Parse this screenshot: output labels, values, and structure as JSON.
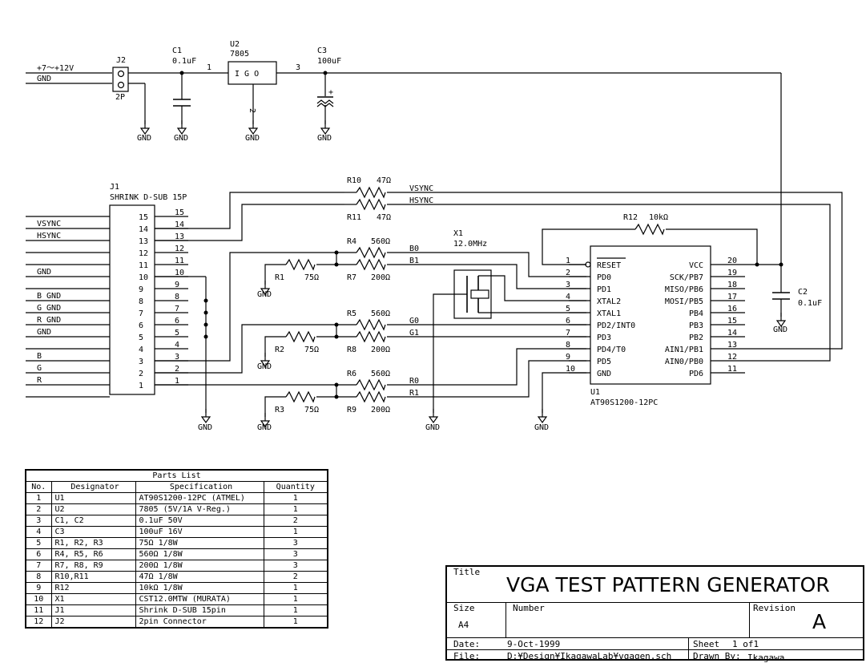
{
  "power": {
    "input_label": "+7～+12V",
    "gnd_label": "GND",
    "j2": {
      "ref": "J2",
      "value": "2P"
    },
    "c1": {
      "ref": "C1",
      "value": "0.1uF"
    },
    "u2": {
      "ref": "U2",
      "value": "7805",
      "pin_in": "1",
      "pin_gnd": "2",
      "pin_out": "3",
      "body": "I G O"
    },
    "c3": {
      "ref": "C3",
      "value": "100uF",
      "polarity": "+"
    }
  },
  "gnd": "GND",
  "j1": {
    "ref": "J1",
    "value": "SHRINK D-SUB 15P",
    "pins_inside": [
      "15",
      "14",
      "13",
      "12",
      "11",
      "10",
      "9",
      "8",
      "7",
      "6",
      "5",
      "4",
      "3",
      "2",
      "1"
    ],
    "pins_outside": [
      "15",
      "14",
      "13",
      "12",
      "11",
      "10",
      "9",
      "8",
      "7",
      "6",
      "5",
      "4",
      "3",
      "2",
      "1"
    ],
    "signals": [
      "VSYNC",
      "HSYNC",
      "",
      "",
      "GND",
      "",
      "B GND",
      "G GND",
      "R GND",
      "GND",
      "",
      "B",
      "G",
      "R"
    ]
  },
  "resistors": {
    "r10": {
      "ref": "R10",
      "value": "47Ω"
    },
    "r11": {
      "ref": "R11",
      "value": "47Ω"
    },
    "r12": {
      "ref": "R12",
      "value": "10kΩ"
    },
    "r4": {
      "ref": "R4",
      "value": "560Ω"
    },
    "r7": {
      "ref": "R7",
      "value": "200Ω"
    },
    "r1": {
      "ref": "R1",
      "value": "75Ω"
    },
    "r5": {
      "ref": "R5",
      "value": "560Ω"
    },
    "r8": {
      "ref": "R8",
      "value": "200Ω"
    },
    "r2": {
      "ref": "R2",
      "value": "75Ω"
    },
    "r6": {
      "ref": "R6",
      "value": "560Ω"
    },
    "r9": {
      "ref": "R9",
      "value": "200Ω"
    },
    "r3": {
      "ref": "R3",
      "value": "75Ω"
    }
  },
  "nets": {
    "vsync": "VSYNC",
    "hsync": "HSYNC",
    "b0": "B0",
    "b1": "B1",
    "g0": "G0",
    "g1": "G1",
    "r0": "R0",
    "r1": "R1"
  },
  "x1": {
    "ref": "X1",
    "value": "12.0MHz"
  },
  "c2": {
    "ref": "C2",
    "value": "0.1uF"
  },
  "u1": {
    "ref": "U1",
    "value": "AT90S1200-12PC",
    "left_pins": [
      {
        "num": "1",
        "name": "RESET"
      },
      {
        "num": "2",
        "name": "PD0"
      },
      {
        "num": "3",
        "name": "PD1"
      },
      {
        "num": "4",
        "name": "XTAL2"
      },
      {
        "num": "5",
        "name": "XTAL1"
      },
      {
        "num": "6",
        "name": "PD2/INT0"
      },
      {
        "num": "7",
        "name": "PD3"
      },
      {
        "num": "8",
        "name": "PD4/T0"
      },
      {
        "num": "9",
        "name": "PD5"
      },
      {
        "num": "10",
        "name": "GND"
      }
    ],
    "right_pins": [
      {
        "num": "20",
        "name": "VCC"
      },
      {
        "num": "19",
        "name": "SCK/PB7"
      },
      {
        "num": "18",
        "name": "MISO/PB6"
      },
      {
        "num": "17",
        "name": "MOSI/PB5"
      },
      {
        "num": "16",
        "name": "PB4"
      },
      {
        "num": "15",
        "name": "PB3"
      },
      {
        "num": "14",
        "name": "PB2"
      },
      {
        "num": "13",
        "name": "AIN1/PB1"
      },
      {
        "num": "12",
        "name": "AIN0/PB0"
      },
      {
        "num": "11",
        "name": "PD6"
      }
    ]
  },
  "parts_list": {
    "title": "Parts List",
    "headers": [
      "No.",
      "Designator",
      "Specification",
      "Quantity"
    ],
    "rows": [
      [
        "1",
        "U1",
        "AT90S1200-12PC (ATMEL)",
        "1"
      ],
      [
        "2",
        "U2",
        "7805 (5V/1A V-Reg.)",
        "1"
      ],
      [
        "3",
        "C1, C2",
        "0.1uF 50V",
        "2"
      ],
      [
        "4",
        "C3",
        "100uF 16V",
        "1"
      ],
      [
        "5",
        "R1, R2, R3",
        "75Ω 1/8W",
        "3"
      ],
      [
        "6",
        "R4, R5, R6",
        "560Ω 1/8W",
        "3"
      ],
      [
        "7",
        "R7, R8, R9",
        "200Ω 1/8W",
        "3"
      ],
      [
        "8",
        "R10,R11",
        "47Ω 1/8W",
        "2"
      ],
      [
        "9",
        "R12",
        "10kΩ 1/8W",
        "1"
      ],
      [
        "10",
        "X1",
        "CST12.0MTW (MURATA)",
        "1"
      ],
      [
        "11",
        "J1",
        "Shrink D-SUB 15pin",
        "1"
      ],
      [
        "12",
        "J2",
        "2pin Connector",
        "1"
      ]
    ]
  },
  "title_block": {
    "title_label": "Title",
    "title": "VGA TEST PATTERN GENERATOR",
    "size_label": "Size",
    "size": "A4",
    "number_label": "Number",
    "number": "",
    "revision_label": "Revision",
    "revision": "A",
    "date_label": "Date:",
    "date": "9-Oct-1999",
    "sheet_label": "Sheet",
    "sheet": "1 of1",
    "file_label": "File:",
    "file": "D:¥Design¥IkagawaLab¥vgagen.sch",
    "drawn_label": "Drawn By:",
    "drawn": "Ikagawa"
  }
}
